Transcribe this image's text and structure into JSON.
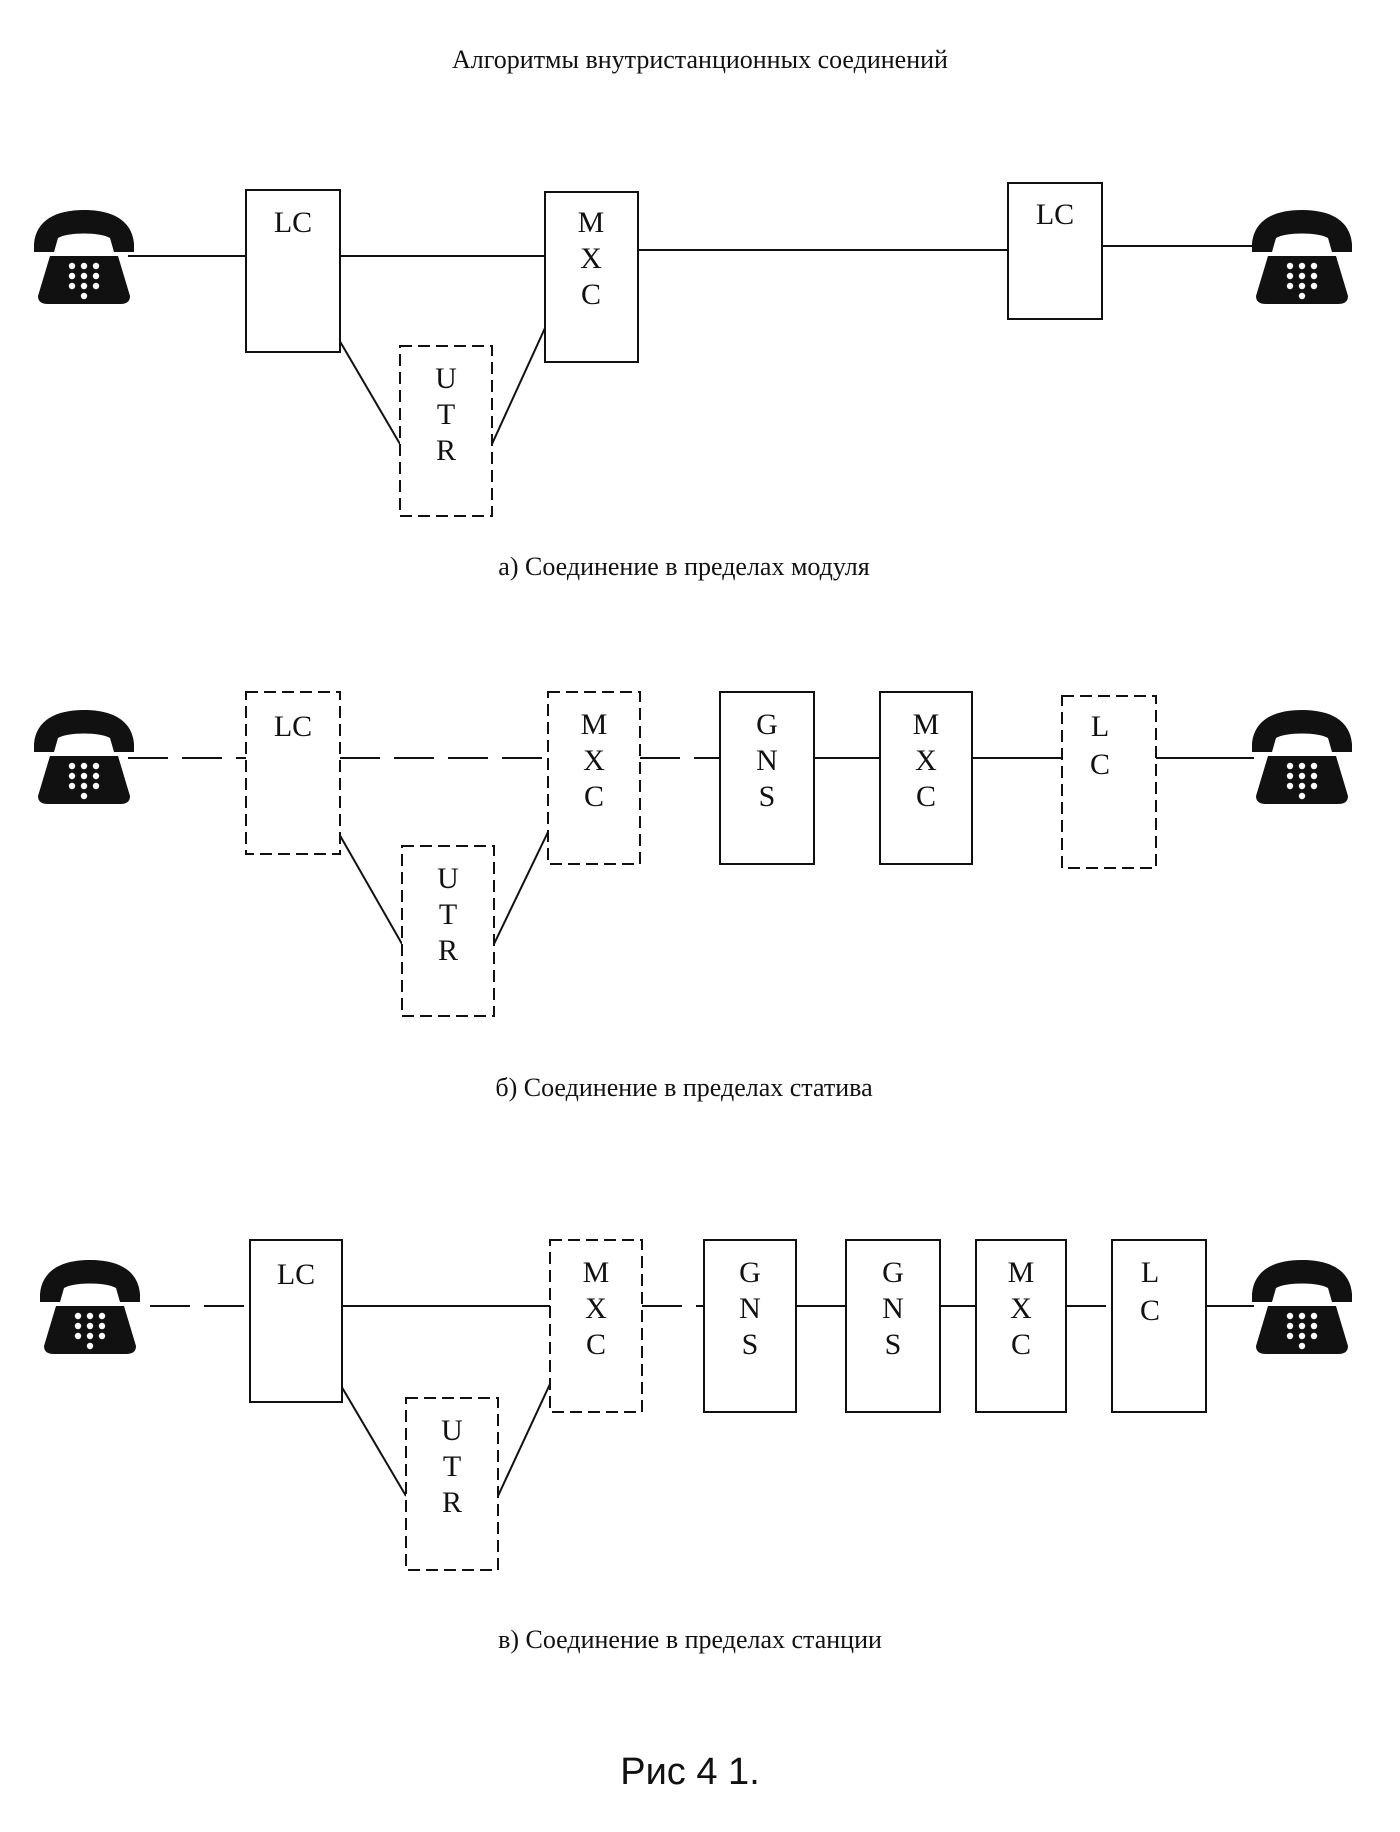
{
  "page_title": "Алгоритмы внутристанционных соединений",
  "figure_label": "Рис 4 1.",
  "icons": {
    "telephone": "telephone-icon"
  },
  "diagrams": [
    {
      "caption": "а) Соединение в пределах модуля",
      "blocks": [
        {
          "id": "lc1",
          "lines": [
            "LC"
          ]
        },
        {
          "id": "utr",
          "lines": [
            "U",
            "T",
            "R"
          ]
        },
        {
          "id": "mxc",
          "lines": [
            "M",
            "X",
            "C"
          ]
        },
        {
          "id": "lc2",
          "lines": [
            "LC"
          ]
        }
      ]
    },
    {
      "caption": "б) Соединение в пределах статива",
      "blocks": [
        {
          "id": "lc1",
          "lines": [
            "LC"
          ]
        },
        {
          "id": "utr",
          "lines": [
            "U",
            "T",
            "R"
          ]
        },
        {
          "id": "mxc1",
          "lines": [
            "M",
            "X",
            "C"
          ]
        },
        {
          "id": "gns",
          "lines": [
            "G",
            "N",
            "S"
          ]
        },
        {
          "id": "mxc2",
          "lines": [
            "M",
            "X",
            "C"
          ]
        },
        {
          "id": "lc2",
          "lines": [
            "L",
            "C"
          ]
        }
      ]
    },
    {
      "caption": "в) Соединение в пределах станции",
      "blocks": [
        {
          "id": "lc1",
          "lines": [
            "LC"
          ]
        },
        {
          "id": "utr",
          "lines": [
            "U",
            "T",
            "R"
          ]
        },
        {
          "id": "mxc1",
          "lines": [
            "M",
            "X",
            "C"
          ]
        },
        {
          "id": "gns1",
          "lines": [
            "G",
            "N",
            "S"
          ]
        },
        {
          "id": "gns2",
          "lines": [
            "G",
            "N",
            "S"
          ]
        },
        {
          "id": "mxc2",
          "lines": [
            "M",
            "X",
            "C"
          ]
        },
        {
          "id": "lc2",
          "lines": [
            "L",
            "C"
          ]
        }
      ]
    }
  ]
}
